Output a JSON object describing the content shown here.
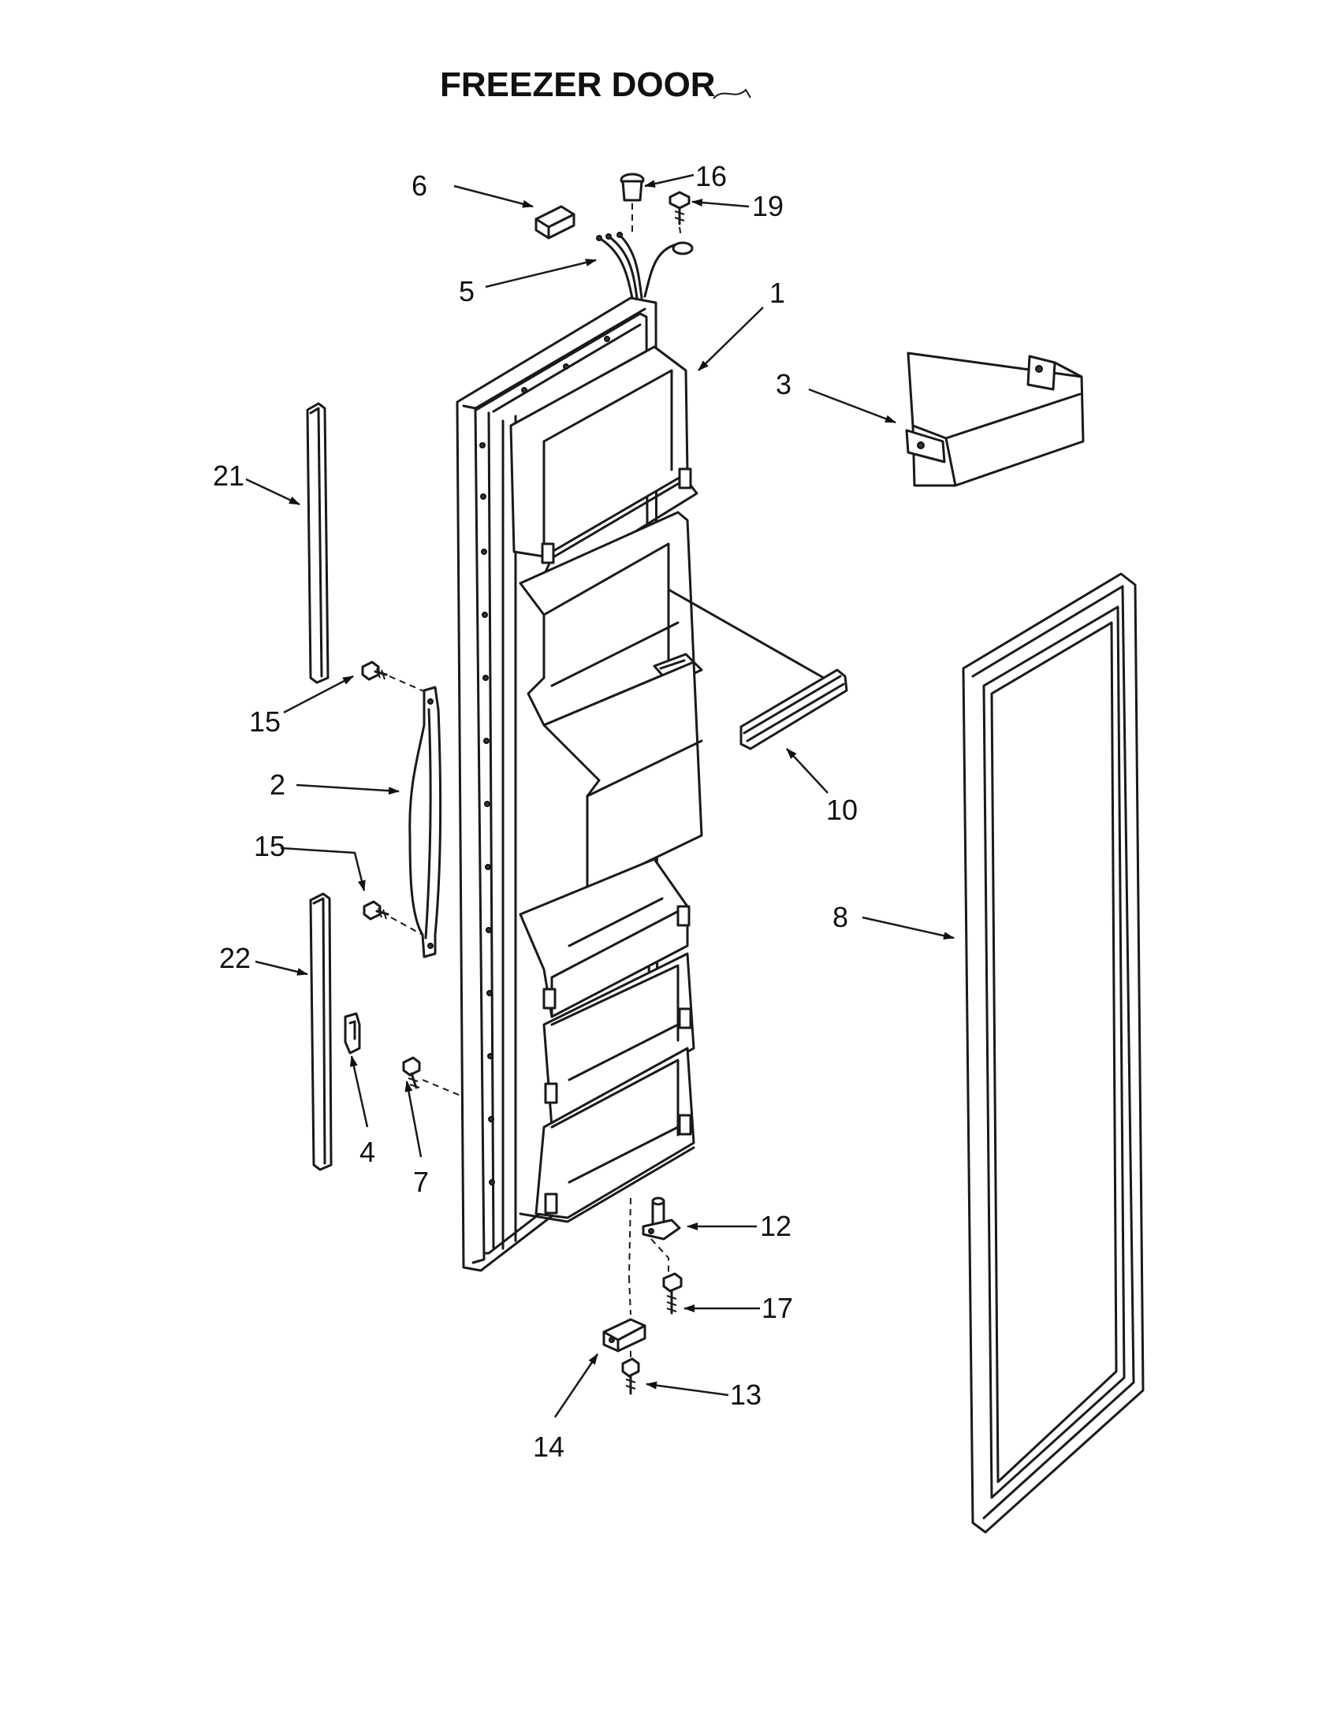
{
  "title": "FREEZER DOOR",
  "callouts": {
    "c1": "1",
    "c2": "2",
    "c3": "3",
    "c4": "4",
    "c5": "5",
    "c6": "6",
    "c7": "7",
    "c8": "8",
    "c10": "10",
    "c12": "12",
    "c13": "13",
    "c14": "14",
    "c15a": "15",
    "c15b": "15",
    "c16": "16",
    "c17": "17",
    "c19": "19",
    "c21": "21",
    "c22": "22"
  }
}
